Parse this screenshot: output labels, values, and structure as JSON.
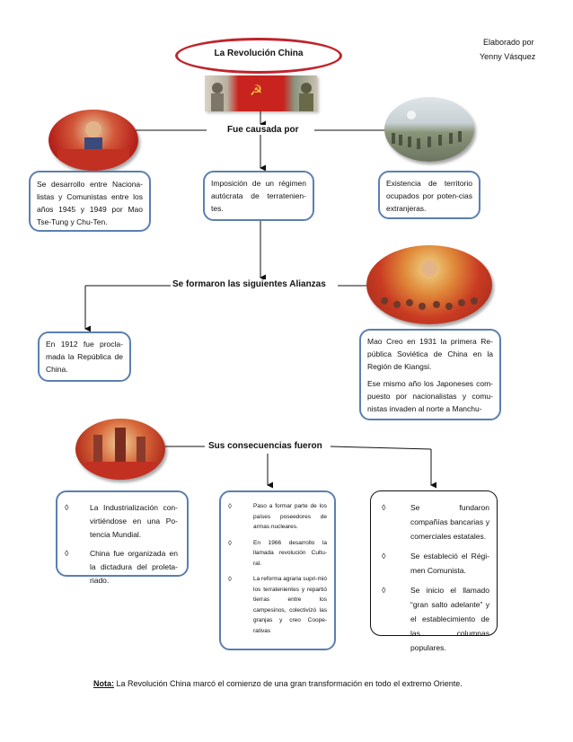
{
  "title": "La Revolución China",
  "credit": {
    "line1": "Elaborado por",
    "line2": "Yenny Vásquez"
  },
  "headings": {
    "causes": "Fue causada por",
    "alliances": "Se formaron las siguientes Alianzas",
    "consequences": "Sus consecuencias fueron"
  },
  "causes": {
    "left": "Se desarrollo entre Naciona-listas y Comunistas entre los años 1945 y 1949 por Mao Tse-Tung y Chu-Ten.",
    "center": "Imposición de un régimen autócrata de terratenien-tes.",
    "right": "Existencia de territorio ocupados por poten-cias extranjeras."
  },
  "alliances": {
    "left": "En 1912 fue procla-mada la República de China.",
    "right_p1": "Mao Creo en 1931 la primera Re-pública Soviética de China en la Región de Kiangsi.",
    "right_p2": "Ese mismo año los Japoneses com-puesto por nacionalistas y comu-nistas invaden al norte a Manchu-"
  },
  "consequences": {
    "bullet_symbol": "◊",
    "left": [
      "La Industrialización con-virtiéndose en una Po-tencia Mundial.",
      "China fue organizada en la dictadura del proleta-riado."
    ],
    "center": [
      "Paso a formar parte de los países poseedores de armas nucleares.",
      "En 1966 desarrollo la llamada revolución Cultu-ral.",
      "La reforma agraria supri-mió los terratenientes y repartió tierras entre los campesinos, colectivizó las granjas y creo Coope-rativas"
    ],
    "right": [
      "Se fundaron compañías bancarias y comerciales estatales.",
      "Se estableció el Régi-men Comunista.",
      "Se inicio el llamado “gran salto adelante” y el establecimiento de las columnas populares."
    ]
  },
  "note": {
    "label": "Nota:",
    "text": " La Revolución China marcó el comienzo de una gran transformación en todo el extremo Oriente."
  },
  "colors": {
    "title_border": "#c0232b",
    "box_border": "#5b7fb0",
    "flag_red": "#c8231e"
  }
}
